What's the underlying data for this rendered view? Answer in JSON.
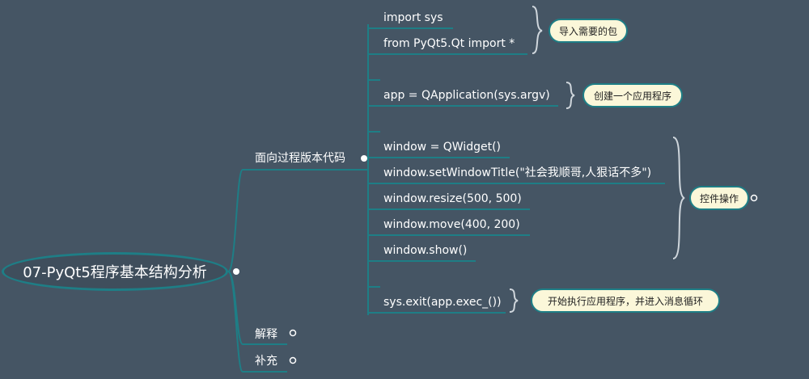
{
  "root": {
    "label": "07-PyQt5程序基本结构分析"
  },
  "branches": [
    {
      "label": "面向过程版本代码"
    },
    {
      "label": "解释"
    },
    {
      "label": "补充"
    }
  ],
  "code_lines": [
    "import sys",
    "from PyQt5.Qt import *",
    "app = QApplication(sys.argv)",
    "window = QWidget()",
    "window.setWindowTitle(\"社会我顺哥,人狠话不多\")",
    "window.resize(500, 500)",
    "window.move(400, 200)",
    "window.show()",
    "sys.exit(app.exec_())"
  ],
  "callouts": [
    "导入需要的包",
    "创建一个应用程序",
    "控件操作",
    "开始执行应用程序，并进入消息循环"
  ],
  "colors": {
    "background": "#455564",
    "line": "#1e7e86",
    "callout_fill": "#fbf7d9",
    "brace": "#cfd6dc",
    "text": "#ffffff"
  }
}
